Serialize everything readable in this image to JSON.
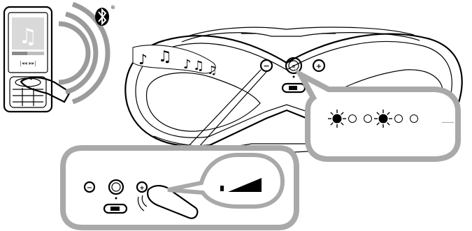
{
  "diagram": {
    "phone": {
      "screen_icon": "music-note-icon",
      "transport_controls": "|◂◂ ▸▸|"
    },
    "bluetooth_mark": "®",
    "speaker": {
      "minus_label": "−",
      "plus_label": "+",
      "bluetooth_button_icon": "bluetooth-icon",
      "play_pause_icon": "play-pause-icon"
    },
    "music_notes": [
      "music-note-icon",
      "double-note-icon",
      "music-note-icon",
      "double-note-icon",
      "double-note-icon"
    ],
    "led_callout": {
      "pattern": [
        "on",
        "off",
        "off",
        "on",
        "off",
        "off"
      ],
      "ellipsis": "......"
    },
    "zoom_panel": {
      "minus_label": "−",
      "plus_label": "+",
      "volume_icon": "volume-up-icon"
    },
    "colors": {
      "line": "#000000",
      "callout_border": "#a9a9a9",
      "background": "#ffffff"
    }
  }
}
